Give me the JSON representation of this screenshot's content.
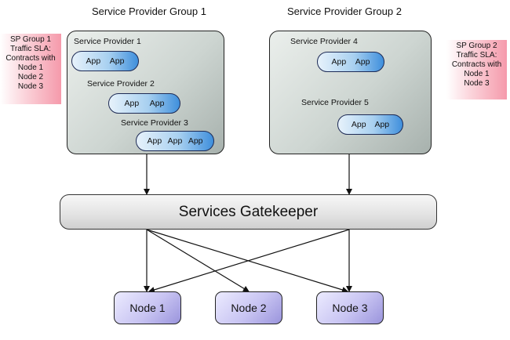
{
  "groups": [
    {
      "title": "Service Provider Group 1",
      "providers": [
        {
          "label": "Service  Provider 1",
          "apps": [
            "App",
            "App"
          ]
        },
        {
          "label": "Service  Provider 2",
          "apps": [
            "App",
            "App"
          ]
        },
        {
          "label": "Service  Provider 3",
          "apps": [
            "App",
            "App",
            "App"
          ]
        }
      ],
      "sla": [
        "SP Group 1",
        "Traffic SLA:",
        "Contracts with",
        "Node 1",
        "Node 2",
        "Node 3"
      ]
    },
    {
      "title": "Service Provider Group 2",
      "providers": [
        {
          "label": "Service Provider 4",
          "apps": [
            "App",
            "App"
          ]
        },
        {
          "label": "Service  Provider 5",
          "apps": [
            "App",
            "App"
          ]
        }
      ],
      "sla": [
        "SP Group 2",
        "Traffic SLA:",
        "Contracts with",
        "Node 1",
        "Node 3"
      ]
    }
  ],
  "gatekeeper": {
    "label": "Services Gatekeeper"
  },
  "nodes": [
    {
      "label": "Node 1"
    },
    {
      "label": "Node 2"
    },
    {
      "label": "Node 3"
    }
  ],
  "colors": {
    "group_fill": "#cdd5d1",
    "app_fill": "#3f8fdc",
    "sla_fill": "#f59aab",
    "node_fill": "#c8c4f2",
    "gatekeeper_fill": "#e2e2e2"
  }
}
